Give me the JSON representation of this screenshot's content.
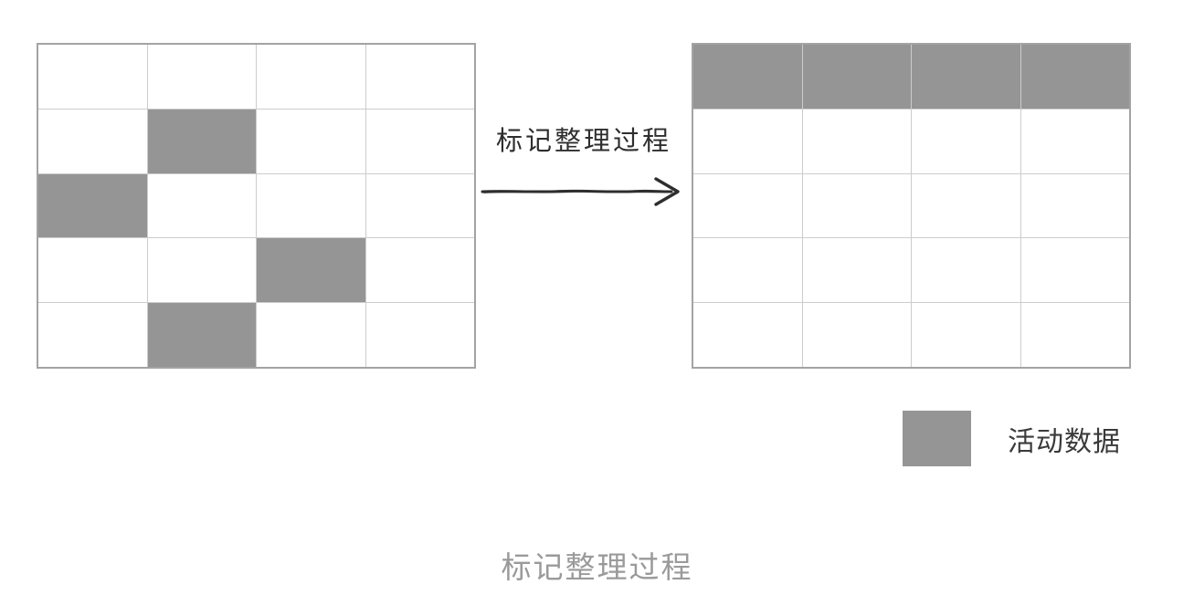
{
  "diagram": {
    "arrow_label": "标记整理过程",
    "legend_label": "活动数据",
    "caption": "标记整理过程",
    "colors": {
      "active_cell": "#959595",
      "grid_outer_border": "#a3a3a3",
      "grid_inner_line": "#cccccc",
      "cell_bg": "#ffffff",
      "arrow": "#2e2e2e",
      "arrow_label_text": "#2e2e2e",
      "legend_text": "#3a3a3a",
      "caption_text": "#9a9a9a",
      "background": "#ffffff"
    },
    "left_grid": {
      "rows": 5,
      "cols": 4,
      "active_cells": [
        [
          1,
          1
        ],
        [
          2,
          0
        ],
        [
          3,
          2
        ],
        [
          4,
          1
        ]
      ]
    },
    "right_grid": {
      "rows": 5,
      "cols": 4,
      "active_cells": [
        [
          0,
          0
        ],
        [
          0,
          1
        ],
        [
          0,
          2
        ],
        [
          0,
          3
        ]
      ]
    }
  }
}
